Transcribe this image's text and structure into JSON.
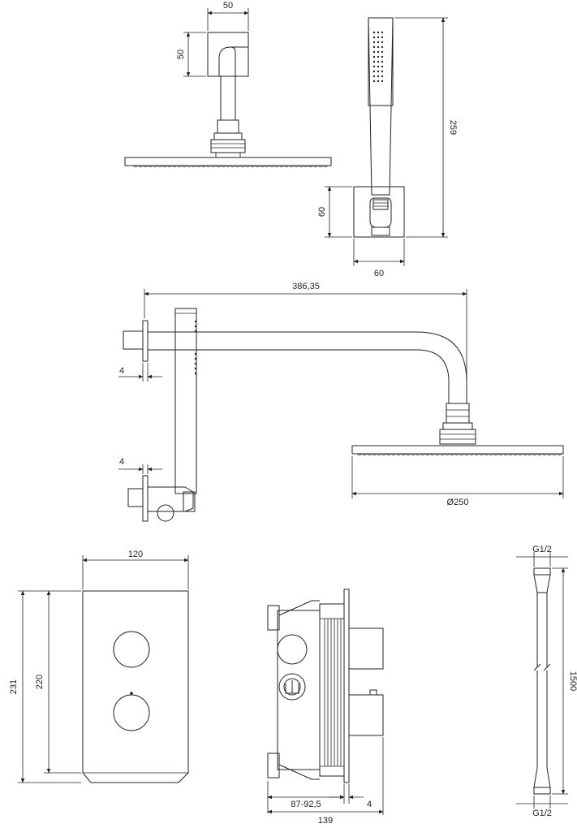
{
  "dimensions": {
    "arm_width": "50",
    "arm_height": "50",
    "hand_shower_length": "259",
    "holder_height": "60",
    "holder_width": "60",
    "arm_reach": "386,35",
    "wall_offset_top": "4",
    "wall_offset_bottom": "4",
    "head_diameter": "Ø250",
    "panel_width": "120",
    "panel_height_outer": "231",
    "panel_height_inner": "220",
    "box_depth_range": "87-92,5",
    "box_flange": "4",
    "box_total_depth": "139",
    "hose_thread_top": "G1/2",
    "hose_length": "1500",
    "hose_thread_bottom": "G1/2"
  }
}
